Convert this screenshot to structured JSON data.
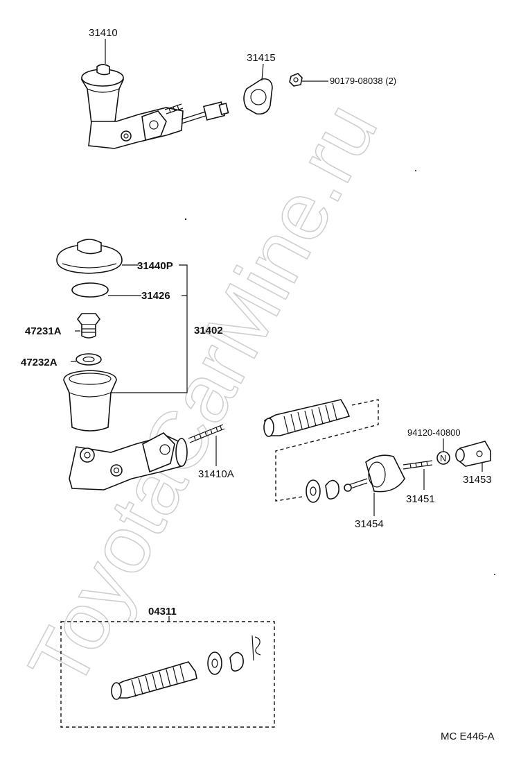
{
  "watermark": "ToyotaCarMine.ru",
  "diagram_code": "MC E446-A",
  "parts": {
    "p31410": "31410",
    "p31415": "31415",
    "p90179": "90179-08038 (2)",
    "p31440p": "31440P",
    "p31426": "31426",
    "p47231a": "47231A",
    "p47232a": "47232A",
    "p31402": "31402",
    "p31410a": "31410A",
    "p94120": "94120-40800",
    "p31453": "31453",
    "p31451": "31451",
    "p31454": "31454",
    "p04311": "04311"
  },
  "nut_mark": "N"
}
